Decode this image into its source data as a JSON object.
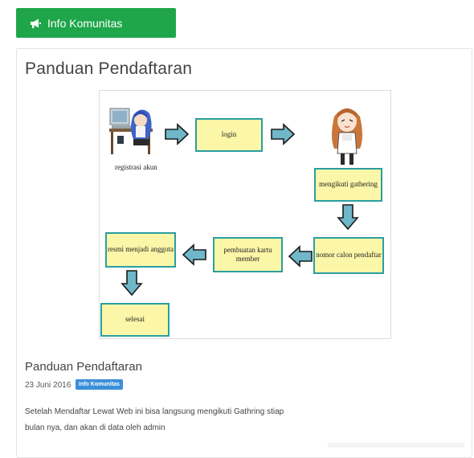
{
  "header": {
    "label": "Info Komunitas",
    "icon": "megaphone-icon",
    "color": "#1fa64a"
  },
  "section": {
    "title": "Panduan Pendaftaran"
  },
  "flowchart": {
    "registration_label": "registrasi akun",
    "login": "login",
    "gathering": "mengikuti gathering",
    "candidate_number": "nomor calon pendaftar",
    "member_card": "pembuatan kartu member",
    "official_member": "resmi menjadi anggota",
    "done": "selesai",
    "box_color": "#fcf6a8",
    "border_color": "#2a9fa0",
    "arrow_color": "#6fb7c9"
  },
  "post": {
    "title": "Panduan Pendaftaran",
    "date": "23 Juni 2016",
    "badge": "Info Komunitas",
    "body": "Setelah Mendaftar Lewat Web ini bisa langsung mengikuti Gathring stiap bulan nya, dan akan di data oleh admin"
  }
}
